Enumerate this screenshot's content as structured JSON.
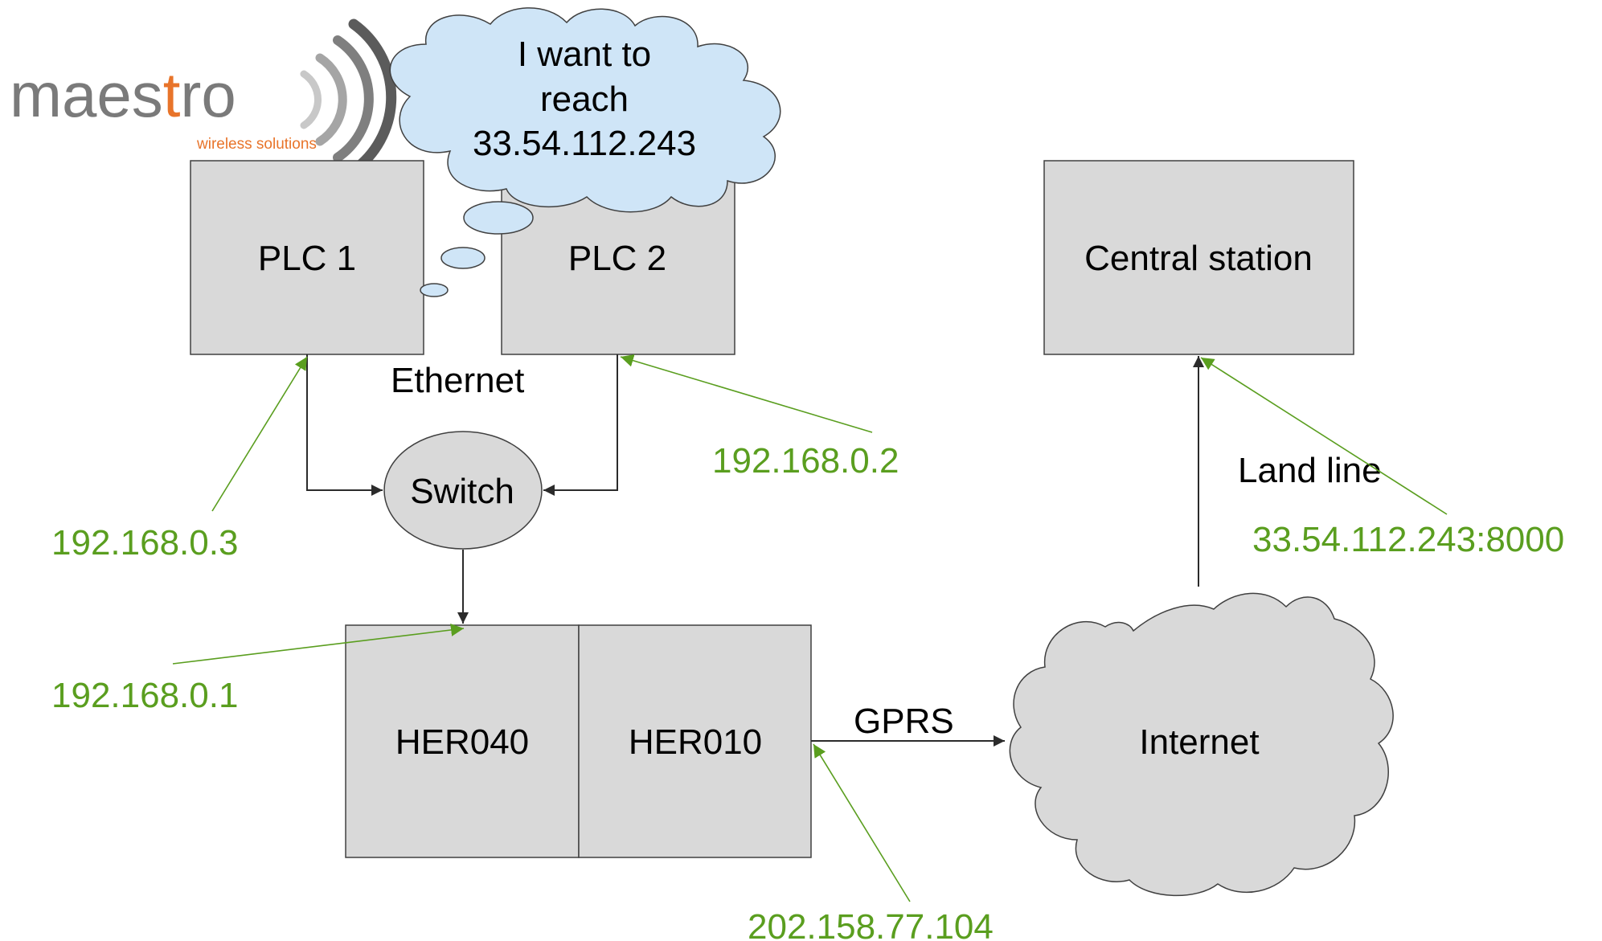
{
  "logo": {
    "brand_prefix": "maes",
    "brand_accent": "t",
    "brand_suffix": "ro",
    "tagline": "wireless solutions"
  },
  "thought": [
    "I want to",
    "reach",
    "33.54.112.243"
  ],
  "nodes": {
    "plc1": "PLC 1",
    "plc2": "PLC 2",
    "central": "Central station",
    "switch": "Switch",
    "her040": "HER040",
    "her010": "HER010",
    "internet": "Internet"
  },
  "links": {
    "ethernet": "Ethernet",
    "gprs": "GPRS",
    "landline": "Land line"
  },
  "addresses": {
    "plc1": "192.168.0.3",
    "plc2": "192.168.0.2",
    "her040": "192.168.0.1",
    "her010": "202.158.77.104",
    "central": "33.54.112.243:8000"
  },
  "colors": {
    "address_green": "#5a9e1f",
    "box_fill": "#d9d9d9",
    "cloud_fill": "#cfe5f7",
    "logo_orange": "#e8742a",
    "logo_gray": "#7a7a7a"
  }
}
